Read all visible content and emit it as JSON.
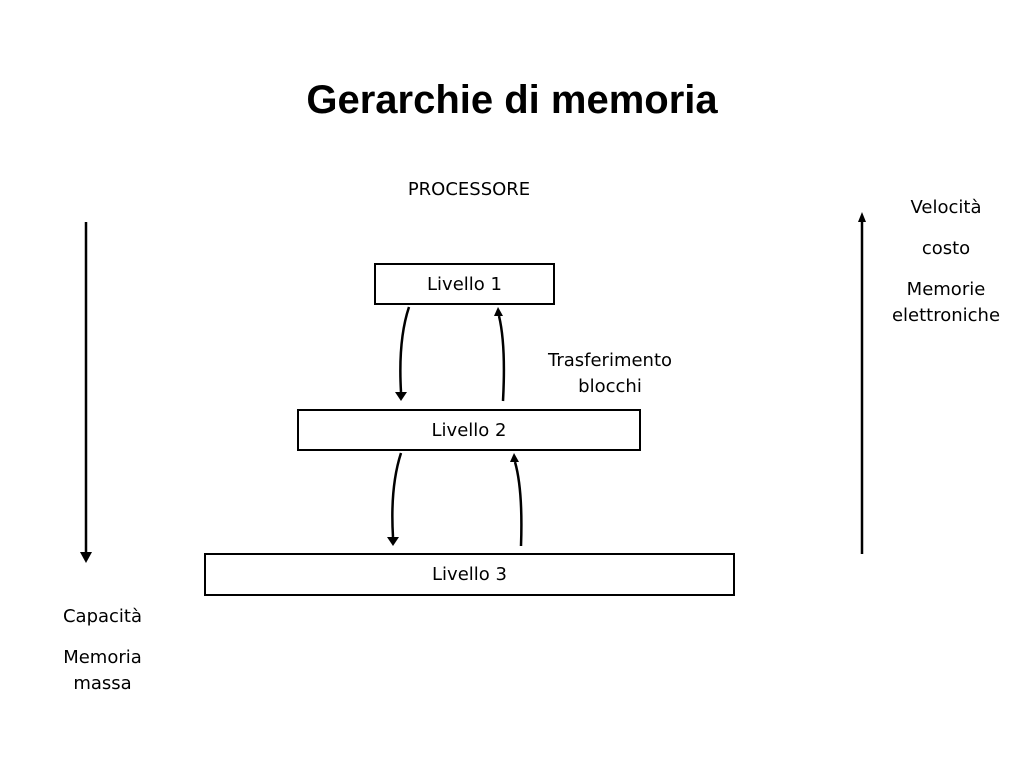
{
  "slide": {
    "title": "Gerarchie di memoria",
    "processor_label": "PROCESSORE",
    "levels": [
      "Livello 1",
      "Livello 2",
      "Livello 3"
    ],
    "transfer_label": "Trasferimento blocchi",
    "right_axis": {
      "line1": "Velocità",
      "line2": "costo",
      "line3": "Memorie elettroniche"
    },
    "left_axis": {
      "line1": "Capacità",
      "line2": "Memoria massa"
    }
  }
}
